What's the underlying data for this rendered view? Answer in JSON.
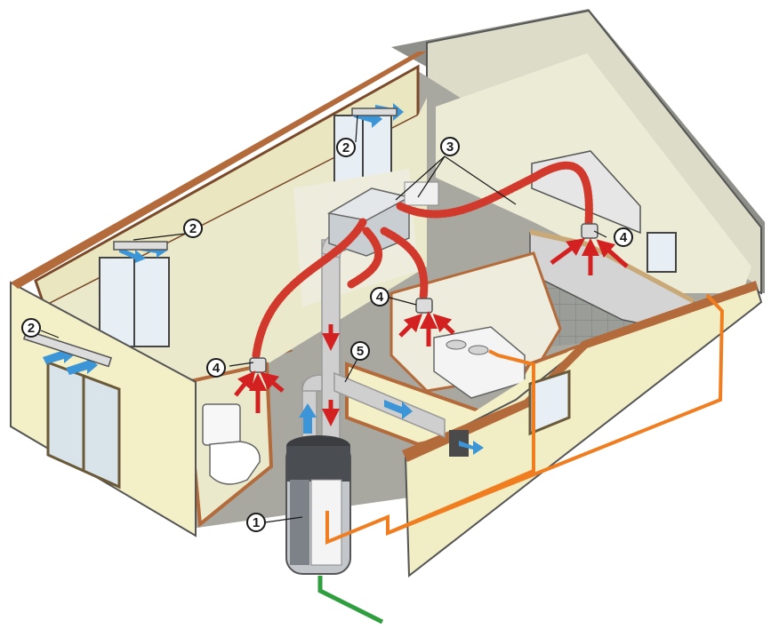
{
  "callouts": {
    "label1": "1",
    "label2": "2",
    "label3": "3",
    "label4": "4",
    "label5": "5"
  },
  "colors": {
    "wall": "#f3efc6",
    "wall_trim": "#b36b3c",
    "roof": "#8d8f88",
    "duct_flexible": "#d1392c",
    "duct_rigid": "#c9c9c9",
    "air_extract": "#d32121",
    "air_fresh": "#3b95d6",
    "hot_water_pipe": "#f07d1f",
    "cold_water_pipe": "#2e9e3e",
    "tank": "#c3c6cb"
  },
  "icons": [
    "air-arrow-icon",
    "air-vent-icon",
    "water-heater-icon",
    "toilet-icon",
    "sink-icon"
  ]
}
